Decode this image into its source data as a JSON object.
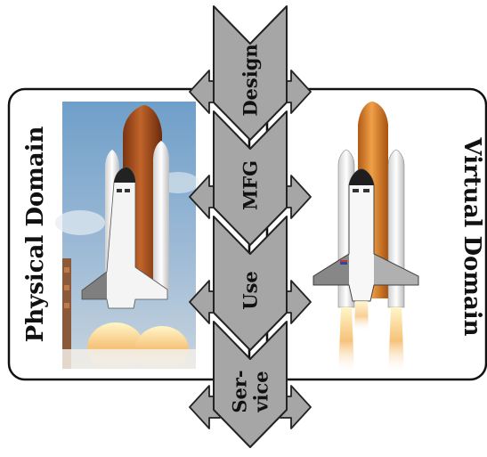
{
  "left_panel": {
    "label": "Physical Domain",
    "photo_subject": "space-shuttle-launch-photo"
  },
  "right_panel": {
    "label": "Virtual Domain",
    "render_subject": "space-shuttle-3d-render"
  },
  "lifecycle": {
    "stages": [
      {
        "id": "design",
        "lines": [
          "Design"
        ]
      },
      {
        "id": "mfg",
        "lines": [
          "MFG"
        ]
      },
      {
        "id": "use",
        "lines": [
          "Use"
        ]
      },
      {
        "id": "service",
        "lines": [
          "Ser-",
          "vice"
        ]
      }
    ]
  },
  "colors": {
    "chevron_fill": "#a6a6a6",
    "chevron_stroke": "#222222",
    "panel_stroke": "#111111",
    "text": "#111111"
  }
}
